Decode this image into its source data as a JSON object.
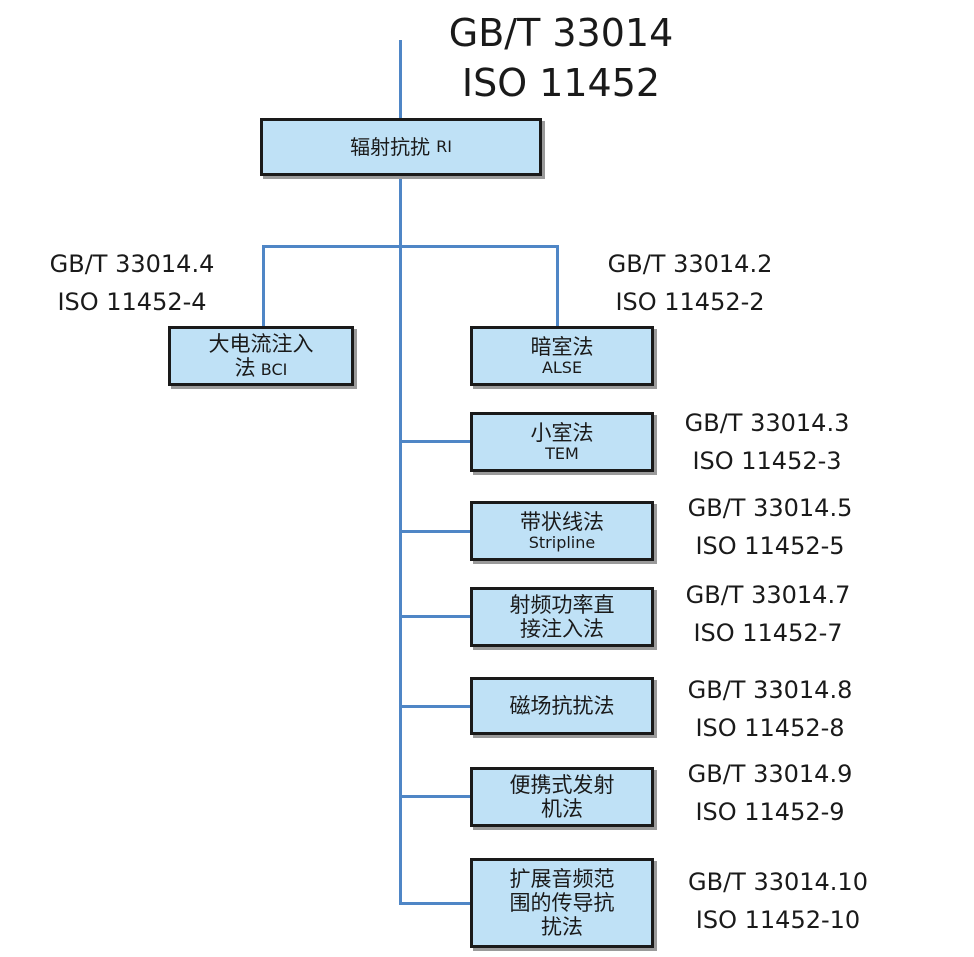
{
  "top_standard": {
    "gb": "GB/T 33014",
    "iso": "ISO 11452"
  },
  "root": {
    "label": "辐射抗扰",
    "abbr": "RI"
  },
  "bci": {
    "line1": "大电流注入",
    "line2": "法",
    "abbr": "BCI",
    "gb": "GB/T 33014.4",
    "iso": "ISO 11452-4"
  },
  "alse": {
    "label": "暗室法",
    "abbr": "ALSE",
    "gb": "GB/T 33014.2",
    "iso": "ISO 11452-2"
  },
  "methods": [
    {
      "line1": "小室法",
      "line2": "",
      "line3": "",
      "abbr": "TEM",
      "gb": "GB/T 33014.3",
      "iso": "ISO 11452-3"
    },
    {
      "line1": "带状线法",
      "line2": "",
      "line3": "",
      "abbr": "Stripline",
      "gb": "GB/T 33014.5",
      "iso": "ISO 11452-5"
    },
    {
      "line1": "射频功率直",
      "line2": "接注入法",
      "line3": "",
      "abbr": "",
      "gb": "GB/T 33014.7",
      "iso": "ISO 11452-7"
    },
    {
      "line1": "磁场抗扰法",
      "line2": "",
      "line3": "",
      "abbr": "",
      "gb": "GB/T 33014.8",
      "iso": "ISO 11452-8"
    },
    {
      "line1": "便携式发射",
      "line2": "机法",
      "line3": "",
      "abbr": "",
      "gb": "GB/T 33014.9",
      "iso": "ISO 11452-9"
    },
    {
      "line1": "扩展音频范",
      "line2": "围的传导抗",
      "line3": "扰法",
      "abbr": "",
      "gb": "GB/T 33014.10",
      "iso": "ISO 11452-10"
    }
  ],
  "colors": {
    "box_fill": "#bfe1f6",
    "box_border": "#1a1a1a",
    "connector": "#4f86c6",
    "text": "#1a1a1a"
  }
}
